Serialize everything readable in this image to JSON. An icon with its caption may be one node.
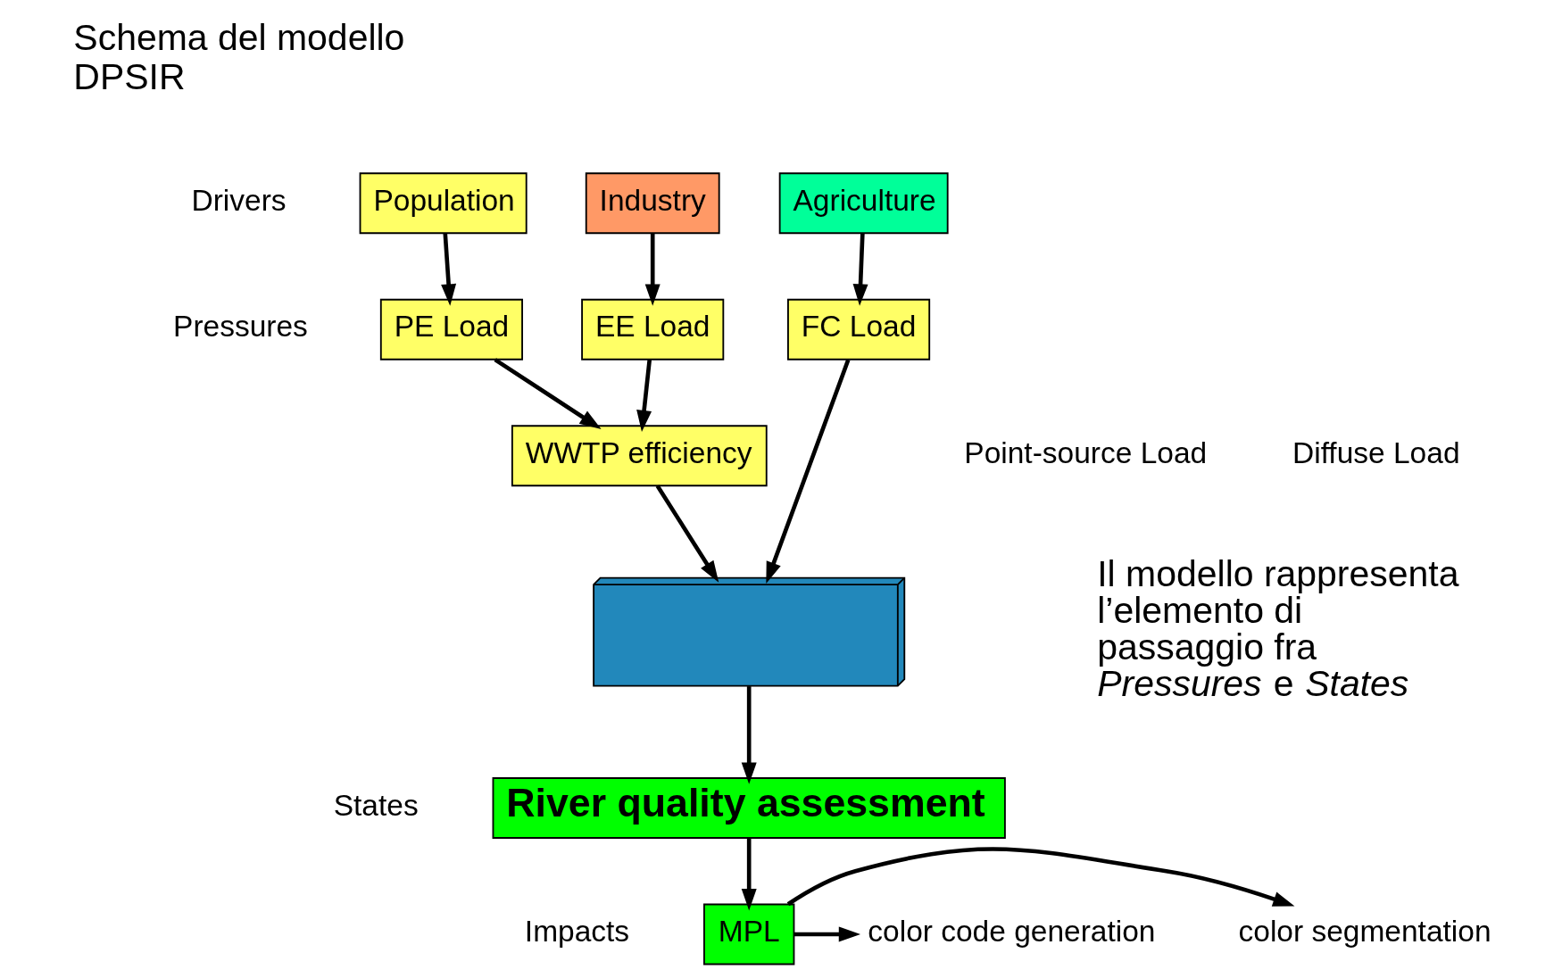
{
  "diagram": {
    "nodes": [
      {
        "text": [
          "Population"
        ]
      },
      {
        "text": [
          "Industry"
        ]
      },
      {
        "text": [
          "Agriculture"
        ]
      },
      {
        "text": [
          "PE Load"
        ]
      },
      {
        "text": [
          "EE Load"
        ]
      },
      {
        "text": [
          "FC Load"
        ]
      },
      {
        "text": [
          "WWTP efficiency"
        ]
      },
      {
        "text": [],
        "shape": "box"
      },
      {
        "text": [
          "River quality assessment"
        ]
      },
      {
        "text": [
          "MPL"
        ]
      },
      {
        "text": [
          "color code generation"
        ]
      },
      {
        "text": [
          "color segmentation"
        ]
      }
    ],
    "edges": [
      {
        "from": 0,
        "to": 3,
        "arrow": "to"
      },
      {
        "from": 1,
        "to": 4,
        "arrow": "to"
      },
      {
        "from": 2,
        "to": 5,
        "arrow": "to"
      },
      {
        "from": 3,
        "to": 6,
        "arrow": "to"
      },
      {
        "from": 4,
        "to": 6,
        "arrow": "to"
      },
      {
        "from": 6,
        "to": 7,
        "arrow": "to"
      },
      {
        "from": 5,
        "to": 7,
        "arrow": "to"
      },
      {
        "from": 7,
        "to": 8,
        "arrow": "to"
      },
      {
        "from": 8,
        "to": 9,
        "arrow": "to"
      },
      {
        "from": 9,
        "to": 10,
        "arrow": "to"
      },
      {
        "from": 9,
        "to": 11,
        "arrow": "to"
      }
    ],
    "labels": [
      "Schema del modello DPSIR",
      "Drivers",
      "Pressures",
      "Point-source Load",
      "Diffuse Load",
      "States",
      "Impacts",
      "Il modello rappresenta l’elemento di passaggio fra *Pressures* e *States*"
    ]
  }
}
